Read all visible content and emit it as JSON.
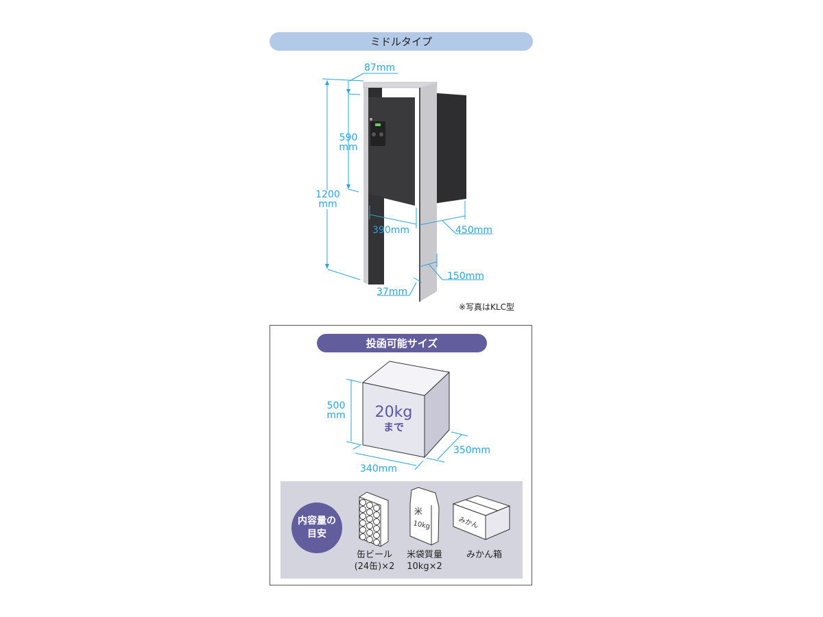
{
  "header": {
    "title": "ミドルタイプ"
  },
  "dimensions": {
    "top_depth": "87mm",
    "door_height_value": "590",
    "door_height_unit": "mm",
    "total_height_value": "1200",
    "total_height_unit": "mm",
    "width": "390mm",
    "depth": "450mm",
    "post_depth": "150mm",
    "post_width": "37mm"
  },
  "photo_note": "※写真はKLC型",
  "capacity": {
    "title": "投函可能サイズ",
    "height_value": "500",
    "height_unit": "mm",
    "width": "340mm",
    "depth": "350mm",
    "weight": "20kg",
    "weight_suffix": "まで"
  },
  "examples": {
    "badge_line1": "内容量の",
    "badge_line2": "目安",
    "items": [
      {
        "name_line1": "缶ビール",
        "name_line2": "(24缶)×2"
      },
      {
        "name_line1": "米袋質量",
        "name_line2": "10kg×2",
        "bag_label1": "米",
        "bag_label2": "10kg"
      },
      {
        "name_line1": "みかん箱",
        "box_label": "みかん"
      }
    ]
  },
  "colors": {
    "dimension": "#2aa3dc",
    "accent_purple": "#625e9e",
    "header_blue": "#b3c9e8"
  }
}
